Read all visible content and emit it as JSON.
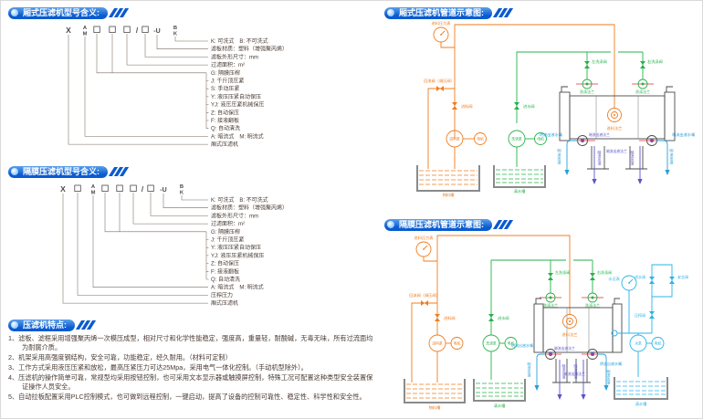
{
  "colors": {
    "orange": "#f07c1e",
    "green": "#27b24b",
    "cyan": "#29b4e8",
    "purple": "#5b55c8",
    "blue": "#2a9fd8",
    "red": "#e83030",
    "dark": "#4a4a4a",
    "badge_blue": "#0b5bd0",
    "text": "#4a3b33",
    "line": "#7a6a5f"
  },
  "code_chars": {
    "x": "X",
    "a": "A",
    "m": "M",
    "slash": "/",
    "u": "-U",
    "b": "B",
    "k": "K"
  },
  "sections": {
    "model_box": {
      "title": "厢式压滤机型号含义:",
      "items": [
        "K: 可洗式　B: 不可洗式",
        "滤板材质：塑料（增强聚丙烯）",
        "滤板外形尺寸：mm",
        "过滤面积：m²",
        "G: 隔膜压榨",
        "J: 千斤顶压紧",
        "S: 手动压紧",
        "Y: 液压压紧自动保压",
        "YJ: 液压压紧机械保压",
        "Z: 自动保压",
        "F: 接液翻板",
        "Q: 自动清洗",
        "A: 暗流式　M: 明流式",
        "厢式压滤机"
      ]
    },
    "model_diaphragm": {
      "title": "隔膜压滤机型号含义:",
      "items": [
        "K: 可洗式　B: 不可洗式",
        "滤板材质：塑料（增强聚丙烯）",
        "滤板外形尺寸：mm",
        "过滤面积：m²",
        "G: 隔膜压榨",
        "J: 千斤顶压紧",
        "Y: 液压压紧自动保压",
        "YJ: 液压压紧机械保压",
        "Z: 自动保压",
        "F: 接液翻板",
        "Q: 自动清洗",
        "A: 暗流式　M: 明流式",
        "压榨压力",
        "厢式压滤机"
      ]
    },
    "features": {
      "title": "压滤机特点:",
      "items": [
        "1、滤板、滤框采用增强聚丙烯一次模压成型，相对尺寸和化学性能稳定，强度高，重量轻，耐酸碱，无毒无味，所有过流面均为耐腐介质。",
        "2、机架采用高强度钢结构，安全可靠，功能稳定，经久耐用。（材料可定制）",
        "3、工作方式采用液压压紧和放松，最高压紧压力可达25Mpa，采用电气一体化控制。（手动机型除外）。",
        "4、压滤机的操作简单可靠，常规型均采用按钮控制，也可采用文本显示器或触摸屏控制，特殊工况可配置这种类型安全装置保证操作人员安全。",
        "5、自动拉板配置采用PLC控制模式，也可做到远程控制，一键启动，提高了设备的控制可靠性、稳定性、科学性和安全性。"
      ]
    },
    "pipe_box": {
      "title": "厢式压滤机管道示意图:",
      "labels": {
        "feed_gauge": "进料压力表",
        "return_valve": "回流阀（调压阀）",
        "feed_valve": "进料阀",
        "feed_pump": "进料泵",
        "motor": "电机",
        "material_tank": "物料槽",
        "inlet_valve": "进水阀",
        "wash_pump": "洗涤泵",
        "clean_tank": "清水槽",
        "left_wash_valve": "左洗涤阀",
        "right_wash_valve": "右洗涤阀",
        "wash_flange": "洗涤法兰",
        "feed_flange": "进料法兰",
        "open_nozzle": "明流出液水嘴",
        "dark_flange": "暗流出液法兰",
        "open_flow": "明流出液",
        "dark_flow": "暗流出液"
      }
    },
    "pipe_diaphragm": {
      "title": "隔膜压滤机管道示意图:",
      "labels": {
        "feed_gauge": "进料压力表",
        "return_valve": "回流阀（调压阀）",
        "feed_valve": "进料阀",
        "feed_pump": "进料泵",
        "motor": "电机",
        "material_tank": "物料槽",
        "inlet_valve": "进水阀",
        "wash_pump": "洗涤泵",
        "clean_tank": "清水槽",
        "left_wash_valve": "左洗涤阀",
        "right_wash_valve": "右洗涤阀",
        "wash_flange": "洗涤法兰",
        "feed_flange": "进料法兰",
        "open_nozzle": "明流出液水嘴",
        "dark_flange": "暗流出液法兰",
        "open_flow": "明流出液",
        "dark_flow": "暗流出液",
        "water_gauge": "水压表",
        "squeeze_valve": "压榨阀",
        "squeeze_inlet_valve": "进水阀",
        "safety_valve": "安全阀",
        "water_pump": "水泵"
      }
    }
  }
}
